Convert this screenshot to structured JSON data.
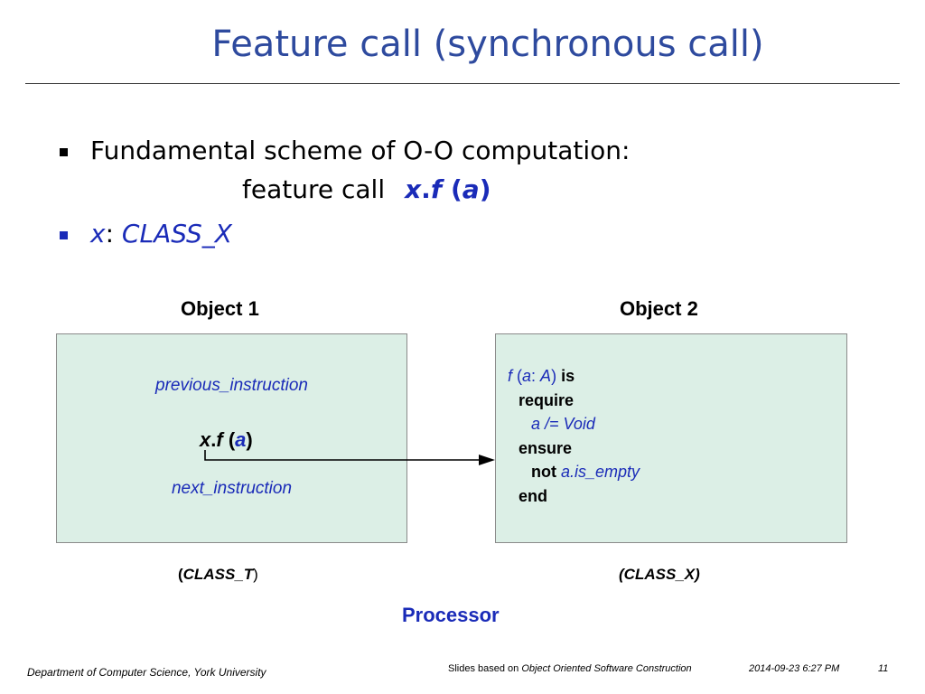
{
  "slide": {
    "title": "Feature call (synchronous call)",
    "bullets": [
      {
        "line1": "Fundamental scheme of O-O computation:",
        "line2_prefix": "feature call",
        "call_x": "x",
        "call_dot": ".",
        "call_f": "f",
        "call_open": "(",
        "call_a": "a",
        "call_close": ")"
      },
      {
        "var": "x",
        "colon": ": ",
        "type": "CLASS_X"
      }
    ],
    "object1": {
      "label": "Object 1",
      "previous": "previous_instruction",
      "call_x": "x",
      "call_dot": ".",
      "call_f": "f",
      "call_open": " (",
      "call_a": "a",
      "call_close": ")",
      "next": "next_instruction",
      "class_open": "(",
      "class_name": "CLASS_T",
      "class_close": ")"
    },
    "object2": {
      "label": "Object 2",
      "code": {
        "sig_f": "f",
        "sig_open": " (",
        "sig_a": "a",
        "sig_colon": ": ",
        "sig_type": "A",
        "sig_close": ") ",
        "sig_is": "is",
        "require": "require",
        "pre": "a /= Void",
        "ensure": "ensure",
        "not": "not",
        "post": "a.is_empty",
        "end": "end"
      },
      "class_label": "(CLASS_X)"
    },
    "processor": "Processor",
    "footer": {
      "left": "Department of Computer Science, York University",
      "slides_prefix": "Slides based on ",
      "book": "Object Oriented Software Construction",
      "date": "2014-09-23 6:27 PM",
      "page": "11"
    },
    "colors": {
      "title": "#2e4a9e",
      "accent_blue": "#1a2bb8",
      "box_fill": "#dcefe6"
    }
  }
}
